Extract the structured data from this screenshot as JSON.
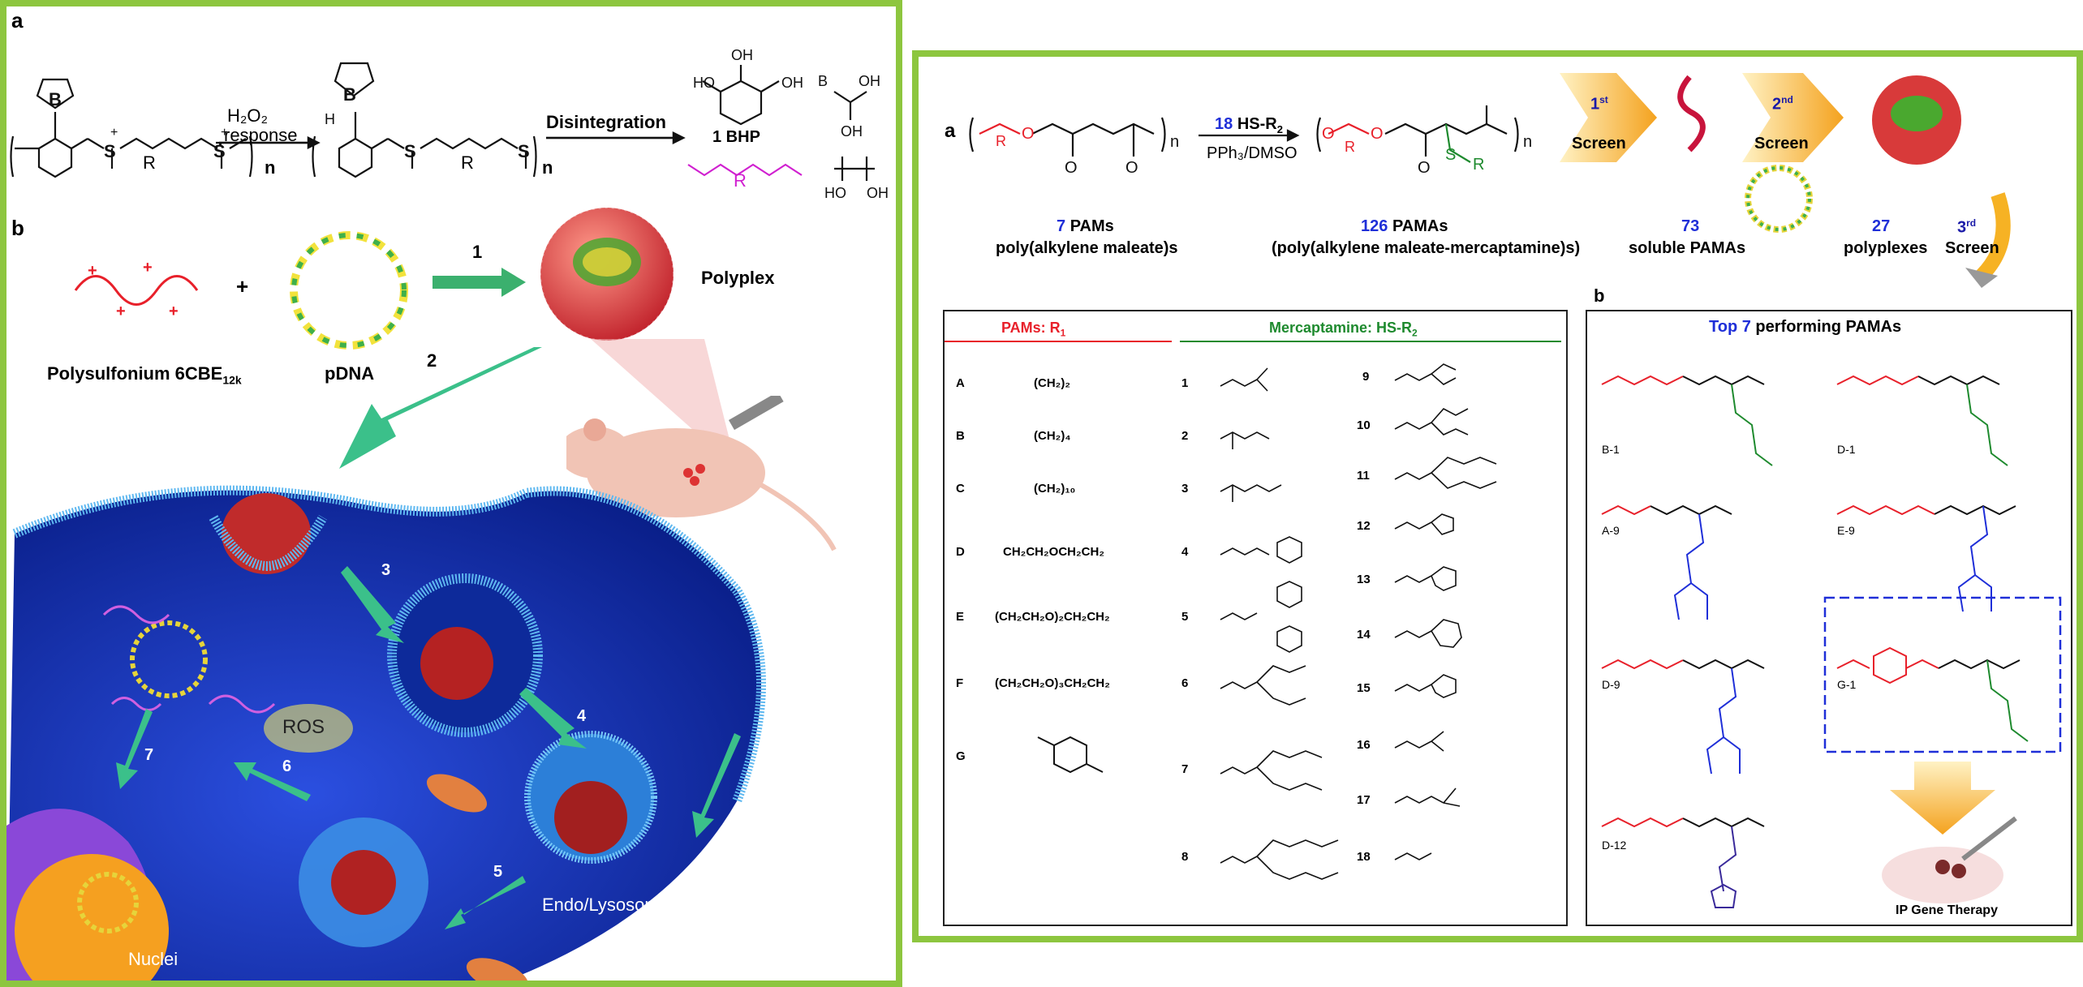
{
  "left": {
    "panel_a_label": "a",
    "panel_b_label": "b",
    "h2o2_line1": "H₂O₂",
    "h2o2_line2": "response",
    "disintegration": "Disintegration",
    "bhp": "1 BHP",
    "n1": "n",
    "n2": "n",
    "r1": "R",
    "r2": "R",
    "r3": "R",
    "polysulfonium": "Polysulfonium 6CBE",
    "polysulfonium_sub": "12k",
    "pdna": "pDNA",
    "polyplex": "Polyplex",
    "ros": "ROS",
    "nuclei": "Nuclei",
    "endo": "Endo/Lysosome",
    "steps": [
      "1",
      "2",
      "3",
      "4",
      "5",
      "6",
      "7"
    ],
    "plus": "+"
  },
  "right": {
    "panel_a_label": "a",
    "panel_b_label": "b",
    "reagent": "HS-R",
    "reagent_count": "18",
    "conditions": "PPh₃/DMSO",
    "screen1_num": "1",
    "screen1_sup": "st",
    "screen2_num": "2",
    "screen2_sup": "nd",
    "screen3_num": "3",
    "screen3_sup": "rd",
    "screen_word": "Screen",
    "col_pams_num": "7",
    "col_pams": "PAMs",
    "col_pams_sub": "poly(alkylene maleate)s",
    "col_126_num": "126",
    "col_126": "PAMAs",
    "col_126_sub": "(poly(alkylene maleate-mercaptamine)s)",
    "col_73_num": "73",
    "col_73": "soluble PAMAs",
    "col_27_num": "27",
    "col_27": "polyplexes",
    "table_head_left": "PAMs: R",
    "table_head_right": "Mercaptamine: HS-R",
    "r_rows": [
      {
        "id": "A",
        "val": "(CH₂)₂"
      },
      {
        "id": "B",
        "val": "(CH₂)₄"
      },
      {
        "id": "C",
        "val": "(CH₂)₁₀"
      },
      {
        "id": "D",
        "val": "CH₂CH₂OCH₂CH₂"
      },
      {
        "id": "E",
        "val": "(CH₂CH₂O)₂CH₂CH₂"
      },
      {
        "id": "F",
        "val": "(CH₂CH₂O)₃CH₂CH₂"
      },
      {
        "id": "G",
        "val": ""
      }
    ],
    "m_nums_left": [
      "1",
      "2",
      "3",
      "4",
      "5",
      "6",
      "7",
      "8"
    ],
    "m_nums_right": [
      "9",
      "10",
      "11",
      "12",
      "13",
      "14",
      "15",
      "16",
      "17",
      "18"
    ],
    "top7_head_num": "Top 7",
    "top7_head": "performing PAMAs",
    "top7": [
      "B-1",
      "D-1",
      "A-9",
      "E-9",
      "D-9",
      "G-1",
      "D-12"
    ],
    "ip": "IP Gene Therapy"
  }
}
